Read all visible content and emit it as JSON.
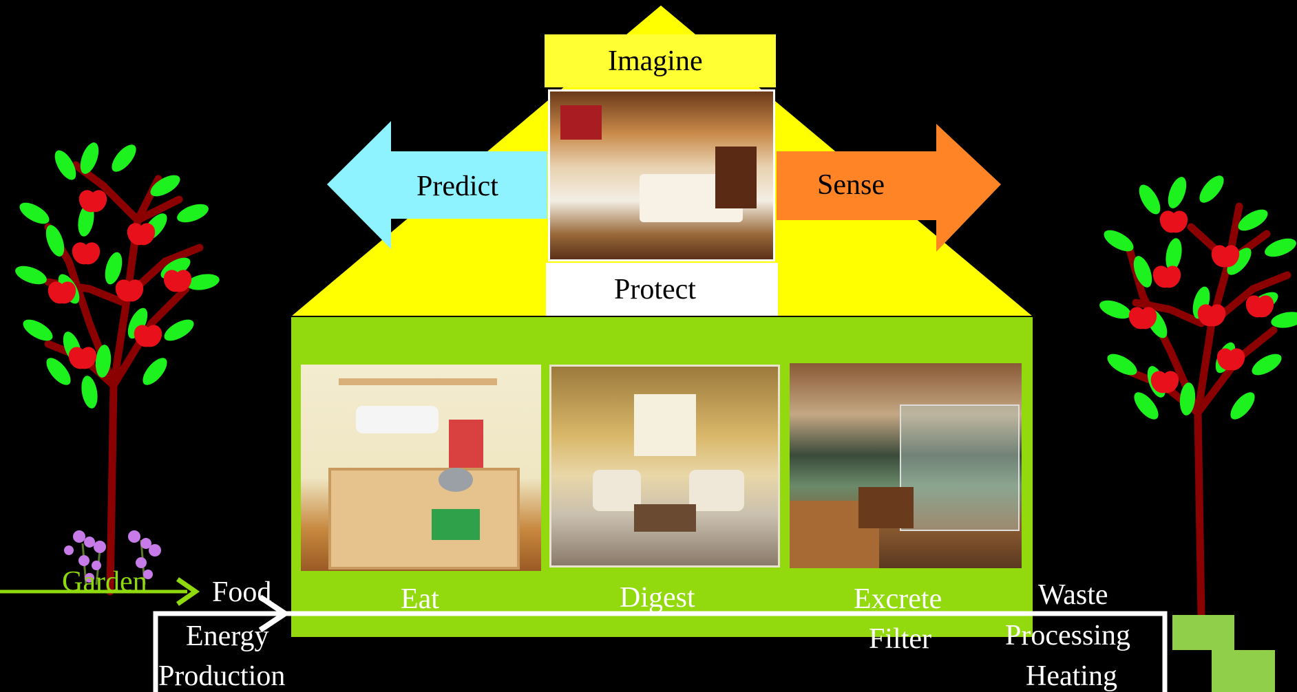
{
  "house": {
    "roof_top_label": "Imagine",
    "roof_bottom_label": "Protect",
    "arrow_left_label": "Predict",
    "arrow_right_label": "Sense",
    "rooms": [
      {
        "label": "Eat"
      },
      {
        "label": "Digest"
      },
      {
        "label": "Excrete",
        "sub_label": "Filter"
      }
    ]
  },
  "flow": {
    "garden_label": "Garden",
    "food_label": "Food",
    "energy_label": "Energy",
    "production_label": "Production",
    "waste_label": "Waste",
    "processing_label": "Processing",
    "heating_label": "Heating"
  },
  "colors": {
    "roof": "#ffff00",
    "house_body": "#92d90e",
    "predict_arrow": "#8ff2ff",
    "sense_arrow": "#ff8426",
    "garden_arrow": "#8fd90e",
    "leaf": "#1ef21e",
    "trunk": "#8b0000",
    "apple": "#e8101a",
    "step_block": "#8fcf4a"
  },
  "icons": [
    "apple-tree-left",
    "apple-tree-right",
    "flower-cluster"
  ]
}
